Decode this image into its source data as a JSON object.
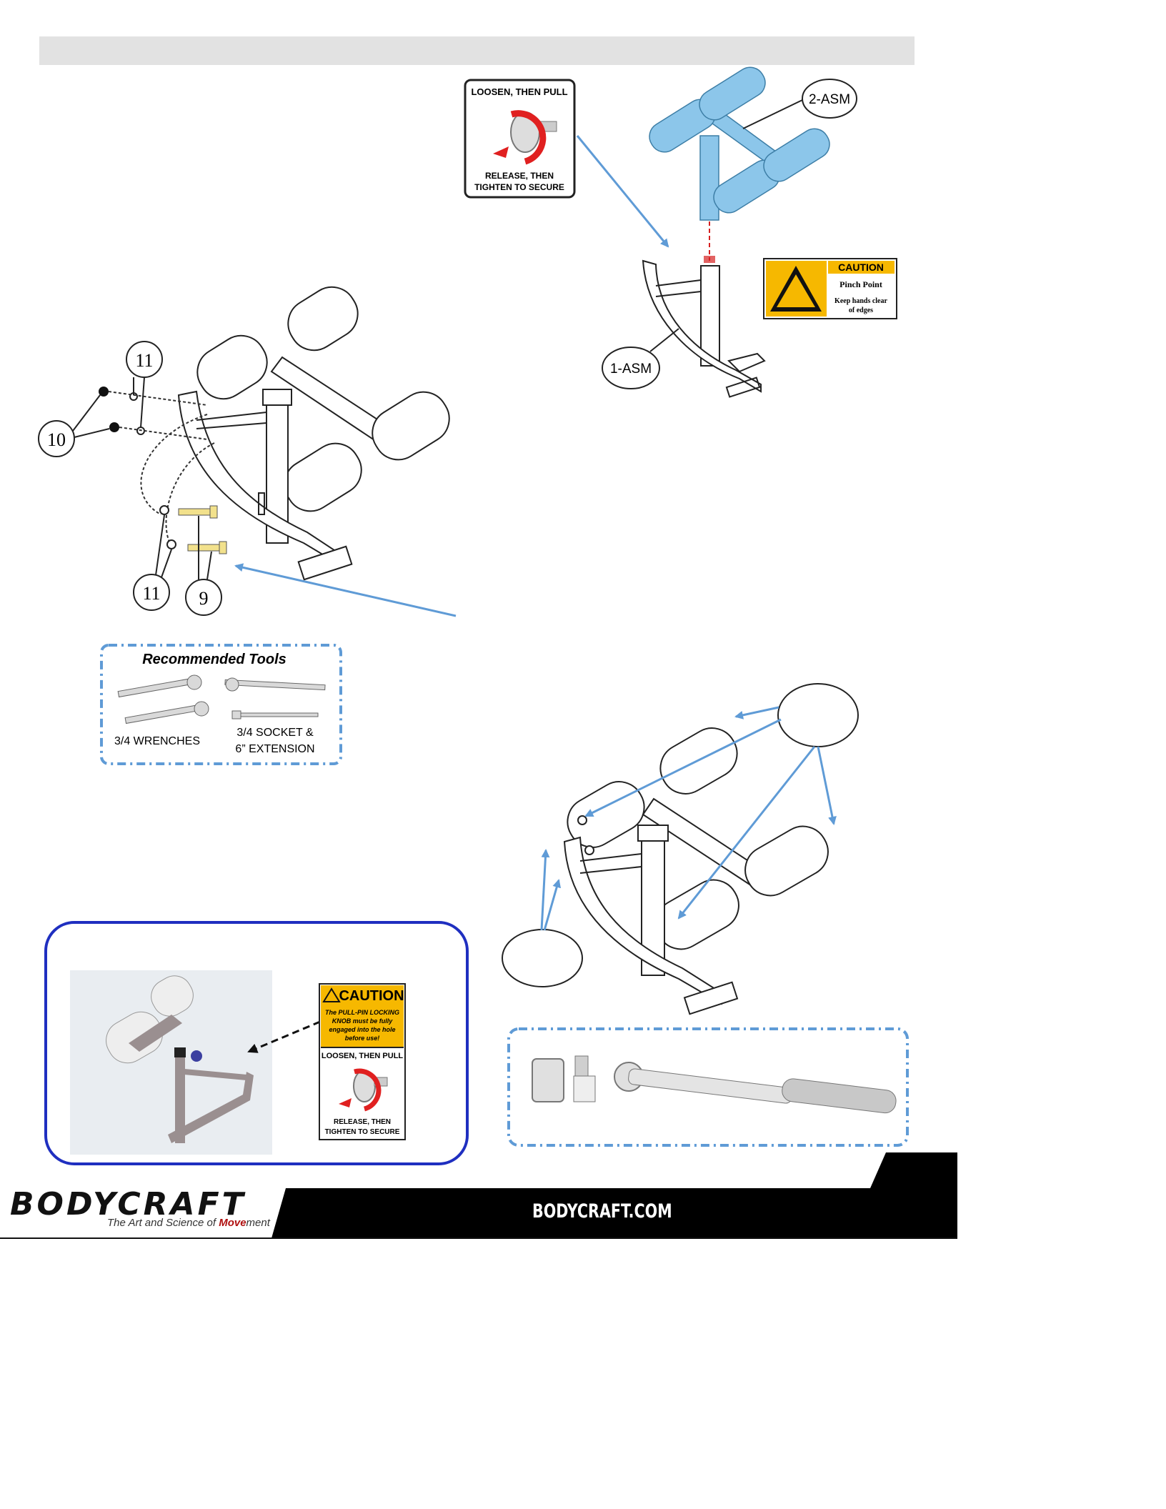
{
  "header": {
    "bar_color": "#e2e2e2"
  },
  "top_right": {
    "knob_label": {
      "top": "LOOSEN, THEN PULL",
      "bottom_line1": "RELEASE, THEN",
      "bottom_line2": "TIGHTEN TO SECURE"
    },
    "callout_upper": "2-ASM",
    "callout_lower": "1-ASM",
    "caution": {
      "title": "CAUTION",
      "line1": "Pinch Point",
      "line2": "Keep hands clear",
      "line3": "of edges"
    }
  },
  "exploded_view": {
    "callouts": [
      "11",
      "10",
      "11",
      "9"
    ]
  },
  "tools_box": {
    "title": "Recommended Tools",
    "left_label": "3/4 WRENCHES",
    "right_label_line1": "3/4 SOCKET &",
    "right_label_line2": "6” EXTENSION"
  },
  "caution_box": {
    "title": "CAUTION",
    "warning_line1": "The PULL-PIN LOCKING",
    "warning_line2": "KNOB must be fully",
    "warning_line3": "engaged into the hole",
    "warning_line4": "before use!",
    "label_top": "LOOSEN, THEN PULL",
    "label_bottom1": "RELEASE, THEN",
    "label_bottom2": "TIGHTEN TO SECURE"
  },
  "footer": {
    "brand": "BODYCRAFT",
    "tagline_prefix": "The Art and Science of ",
    "tagline_bold": "Move",
    "tagline_suffix": "ment",
    "website": "BODYCRAFT.COM"
  },
  "colors": {
    "accent_blue": "#5f9bd6",
    "part_blue": "#8cc6ea",
    "caution_yellow": "#f6b800",
    "box_blue": "#1f2fc0",
    "arrow_red": "#e02020"
  }
}
